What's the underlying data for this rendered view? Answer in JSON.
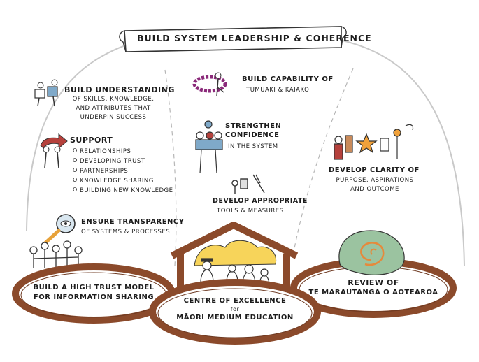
{
  "banner": {
    "title": "BUILD SYSTEM LEADERSHIP & COHERENCE"
  },
  "left_column": {
    "understanding": {
      "heading": "BUILD UNDERSTANDING",
      "body_lines": [
        "OF SKILLS, KNOWLEDGE,",
        "AND ATTRIBUTES THAT",
        "UNDERPIN SUCCESS"
      ]
    },
    "support": {
      "heading": "SUPPORT",
      "items": [
        "RELATIONSHIPS",
        "DEVELOPING TRUST",
        "PARTNERSHIPS",
        "KNOWLEDGE SHARING",
        "BUILDING NEW KNOWLEDGE"
      ]
    },
    "transparency": {
      "heading": "ENSURE TRANSPARENCY",
      "body": "OF SYSTEMS & PROCESSES"
    }
  },
  "middle_column": {
    "capability": {
      "heading": "BUILD CAPABILITY OF",
      "body": "TUMUAKI & KAIAKO"
    },
    "confidence": {
      "heading_lines": [
        "STRENGTHEN",
        "CONFIDENCE"
      ],
      "body": "IN THE SYSTEM"
    },
    "tools": {
      "heading": "DEVELOP APPROPRIATE",
      "body": "TOOLS & MEASURES"
    }
  },
  "right_column": {
    "clarity": {
      "heading": "DEVELOP CLARITY OF",
      "body_lines": [
        "PURPOSE, ASPIRATIONS",
        "AND OUTCOME"
      ]
    }
  },
  "ovals": {
    "left": {
      "lines": [
        "BUILD A HIGH TRUST MODEL",
        "FOR INFORMATION SHARING"
      ]
    },
    "center": {
      "line1": "CENTRE OF EXCELLENCE",
      "line2": "for",
      "line3": "MĀORI MEDIUM EDUCATION"
    },
    "right": {
      "line1": "REVIEW of",
      "line2": "TE MARAUTANGA O AOTEAROA"
    }
  },
  "colors": {
    "oval_brown": "#8b4a2b",
    "oval_fill": "#ffffff",
    "hut": "#8b4a2b",
    "cloud_yellow": "#f7d45a",
    "shell_green": "#9bc3a0",
    "shell_orange": "#e58a3c",
    "arrow_red": "#b5413c",
    "gear_purple": "#8b2a7a",
    "star_orange": "#f0a13a",
    "divider_grey": "#b7b7b7"
  }
}
